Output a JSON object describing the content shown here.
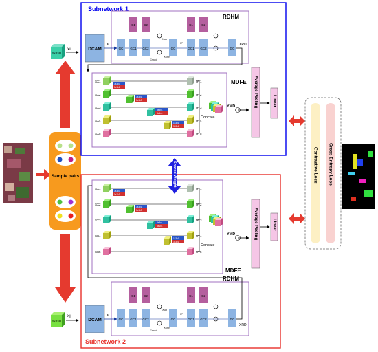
{
  "subnetwork1": {
    "title": "Subnetwork 1"
  },
  "subnetwork2": {
    "title": "Subnetwork 2"
  },
  "rdhm": {
    "title": "RDHM",
    "c1": "C1",
    "c2": "C2",
    "gc": "GC",
    "gc1": "GC1",
    "gc2": "GC2",
    "x_prime": "X'",
    "x_dbl_prime": "X''",
    "x_up": "Xup",
    "x_mod": "Xmod",
    "x_low": "Xlow",
    "x_rd": "XRD"
  },
  "dcam": {
    "label": "DCAM"
  },
  "mdfe": {
    "title": "MDFE",
    "concate": "Concate",
    "y_md": "YMD",
    "inputs": [
      "SX1",
      "SX2",
      "SX3",
      "SX4",
      "SX5"
    ],
    "outputs": [
      "SY1",
      "SY2",
      "SY3",
      "SY4",
      "SY5"
    ],
    "conv_labels": [
      "3x3x3",
      "1x1x1",
      "3x3x1",
      "1x1x3",
      "3x3x1",
      "3x1x1",
      "1x3x1",
      "3x3x1",
      "1x1x1"
    ]
  },
  "heads": {
    "pooling": "Average Pooling",
    "linear": "Linear"
  },
  "sample_pairs": {
    "label": "Sample pairs"
  },
  "shared_weight": {
    "label": "Shared Weight"
  },
  "losses": {
    "contrastive": "Contrastive Loss",
    "cross_entropy": "Cross Entropy Loss"
  },
  "patch": {
    "label": "P×P×B"
  },
  "xi": "xi",
  "xj": "xj",
  "colors": {
    "sub1": "#0000ee",
    "sub2": "#e8312a",
    "rdhm_border": "#a070c0",
    "gc": "#8db4e2",
    "c": "#b45f9e",
    "pool": "#f5c6e6",
    "linear": "#f5c6e6",
    "orange": "#f79a1e",
    "arrow_red": "#e53a2f",
    "arrow_blue": "#2020e0",
    "contrastive": "#fdf0c4",
    "cross_entropy": "#f9d2d0"
  }
}
